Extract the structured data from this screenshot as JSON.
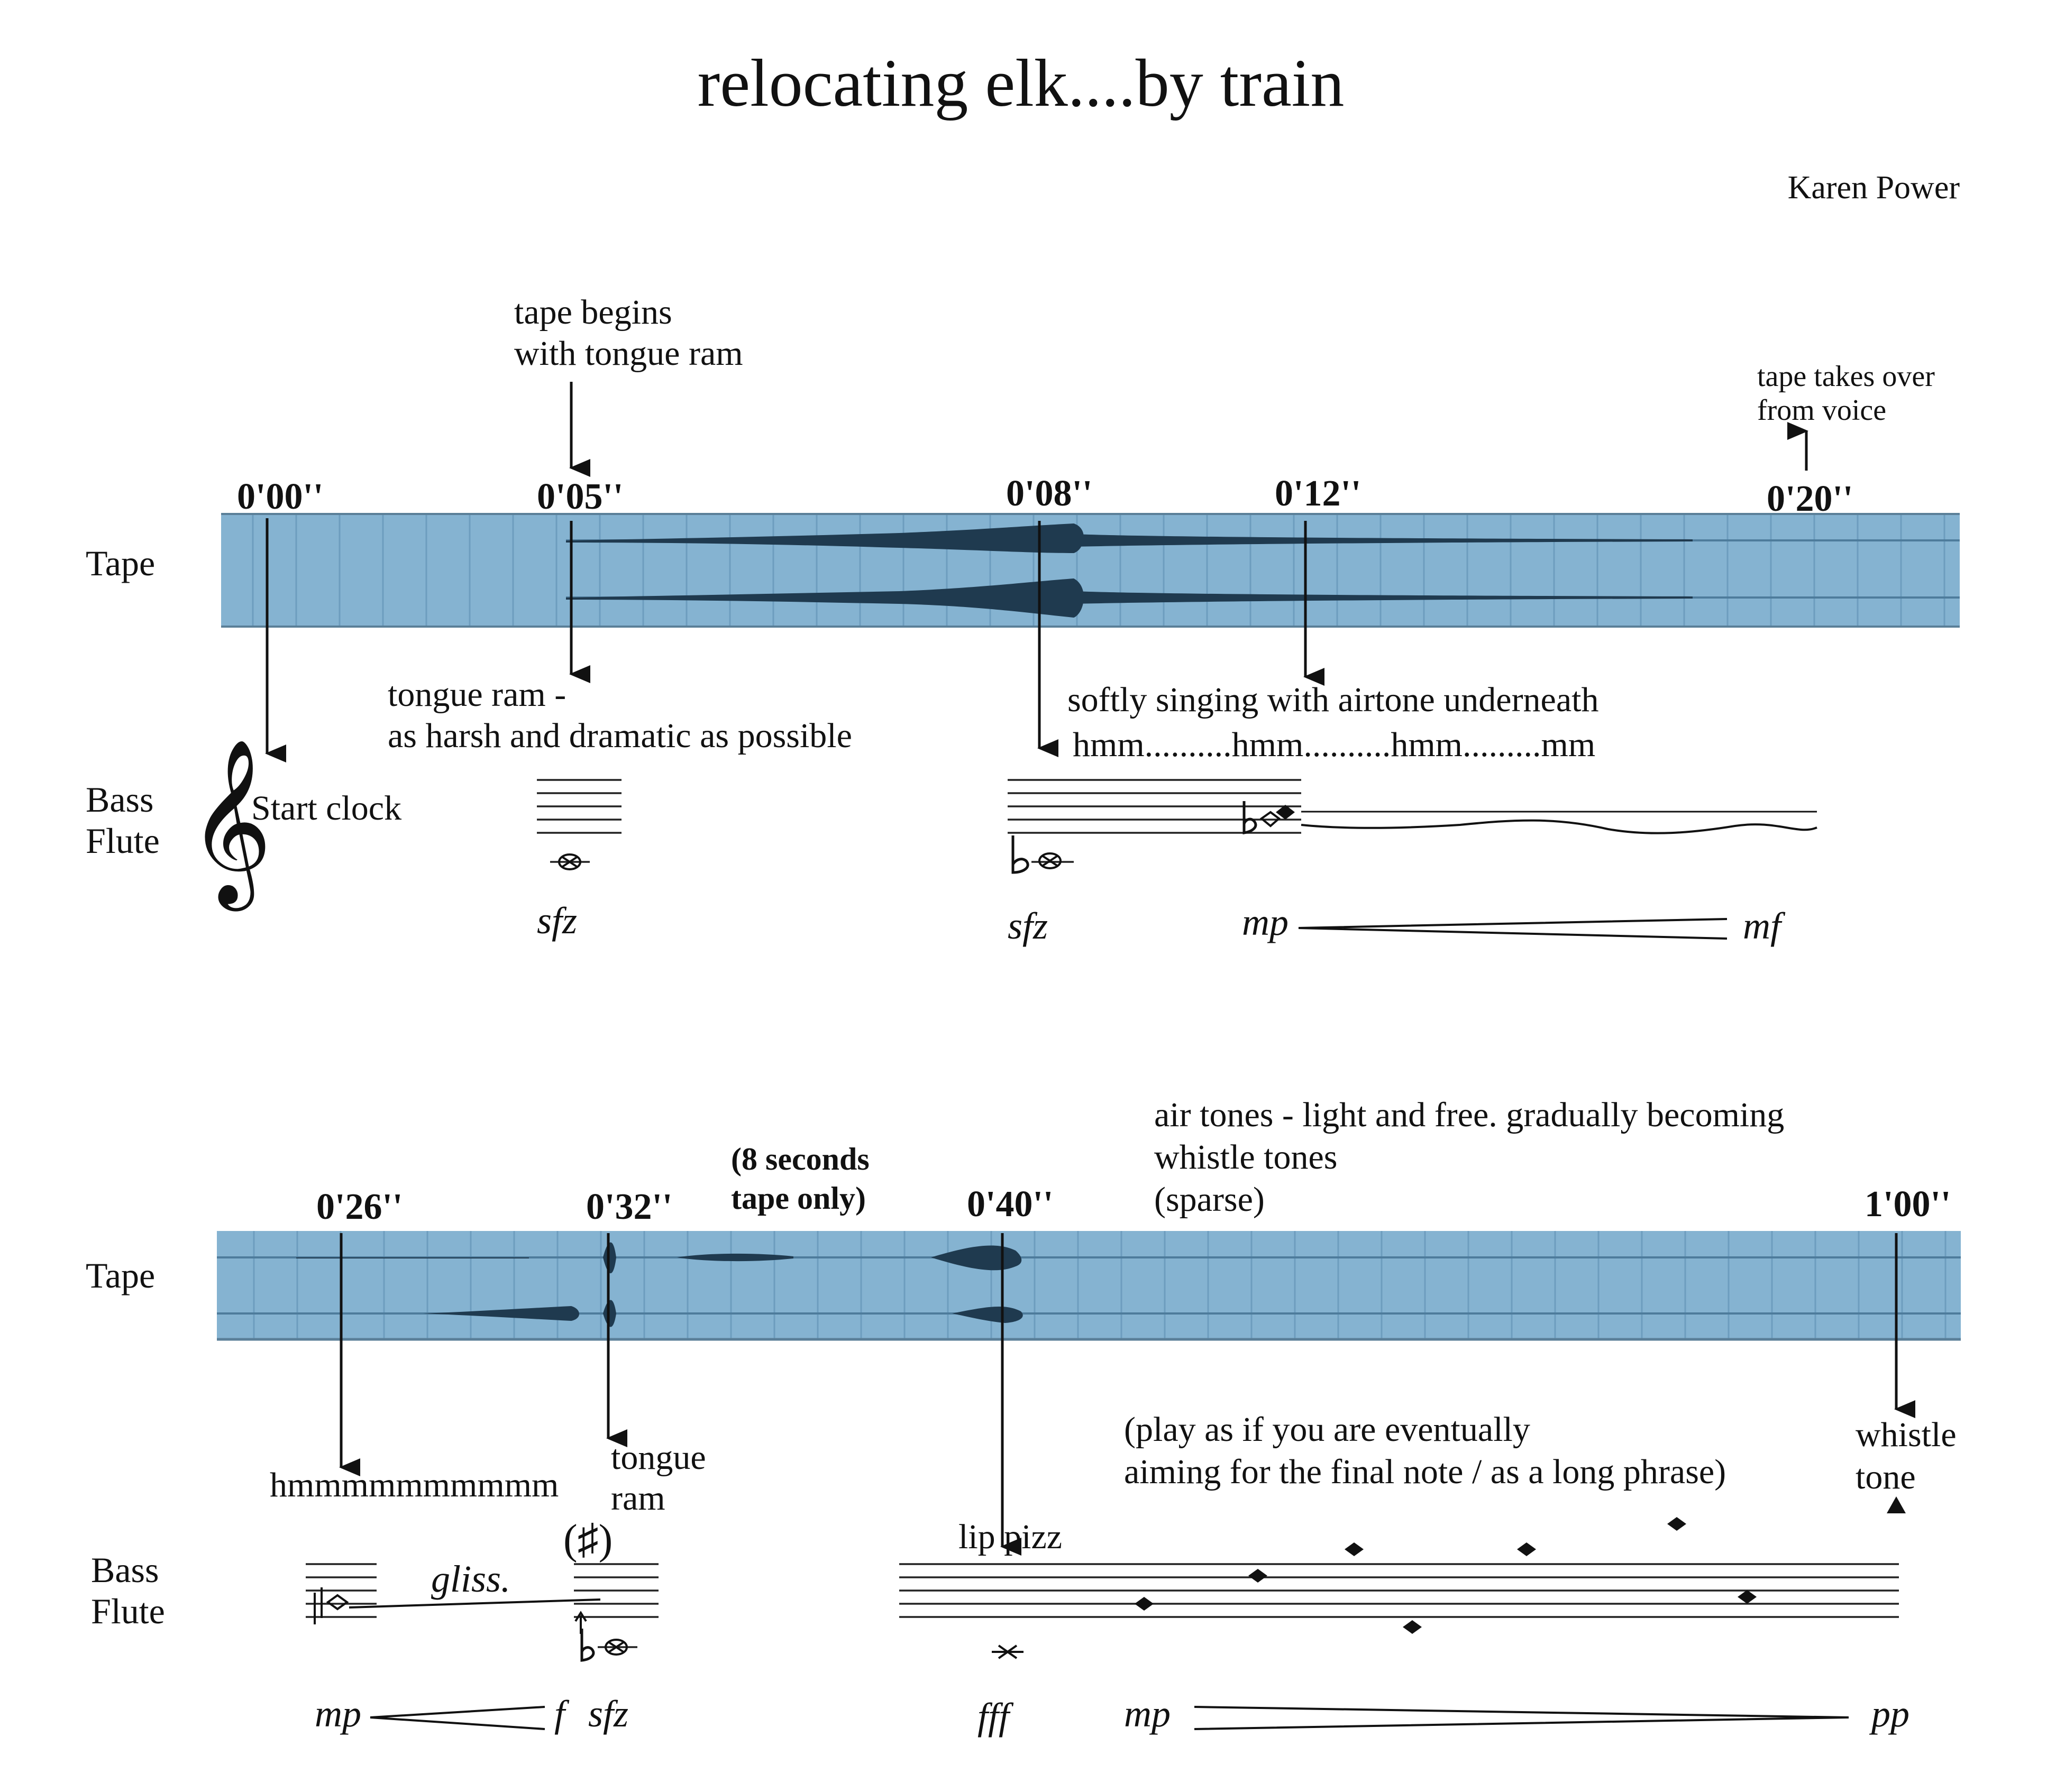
{
  "header": {
    "title": "relocating elk....by train",
    "composer": "Karen Power"
  },
  "system1": {
    "tape_label": "Tape",
    "flute_label_1": "Bass",
    "flute_label_2": "Flute",
    "times": [
      "0'00''",
      "0'05''",
      "0'08''",
      "0'12''",
      "0'20''"
    ],
    "tape_begins_1": "tape begins",
    "tape_begins_2": "with tongue ram",
    "tape_takes_1": "tape takes over",
    "tape_takes_2": "from voice",
    "tongue_ram_1": "tongue ram -",
    "tongue_ram_2": "as harsh and dramatic as possible",
    "singing_1": "softly singing with airtone underneath",
    "singing_2": "hmm..........hmm..........hmm.........mm",
    "start_clock": "Start clock",
    "dynamics": [
      "sfz",
      "sfz",
      "mp",
      "mf"
    ]
  },
  "system2": {
    "tape_label": "Tape",
    "flute_label_1": "Bass",
    "flute_label_2": "Flute",
    "times": [
      "0'26''",
      "0'32''",
      "0'40''",
      "1'00''"
    ],
    "tape_only_1": "(8 seconds",
    "tape_only_2": "tape only)",
    "air_tones_1": "air tones - light and free. gradually becoming",
    "air_tones_2": "whistle tones",
    "air_tones_3": "(sparse)",
    "hmm": "hmmmmmmmmmm",
    "tongue_1": "tongue",
    "tongue_2": "ram",
    "gliss": "gliss.",
    "lip_pizz": "lip pizz",
    "play_1": "(play as if you are eventually",
    "play_2": "aiming for the final note / as a long phrase)",
    "whistle_1": "whistle",
    "whistle_2": "tone",
    "dynamics": [
      "mp",
      "f",
      "sfz",
      "fff",
      "mp",
      "pp"
    ]
  }
}
